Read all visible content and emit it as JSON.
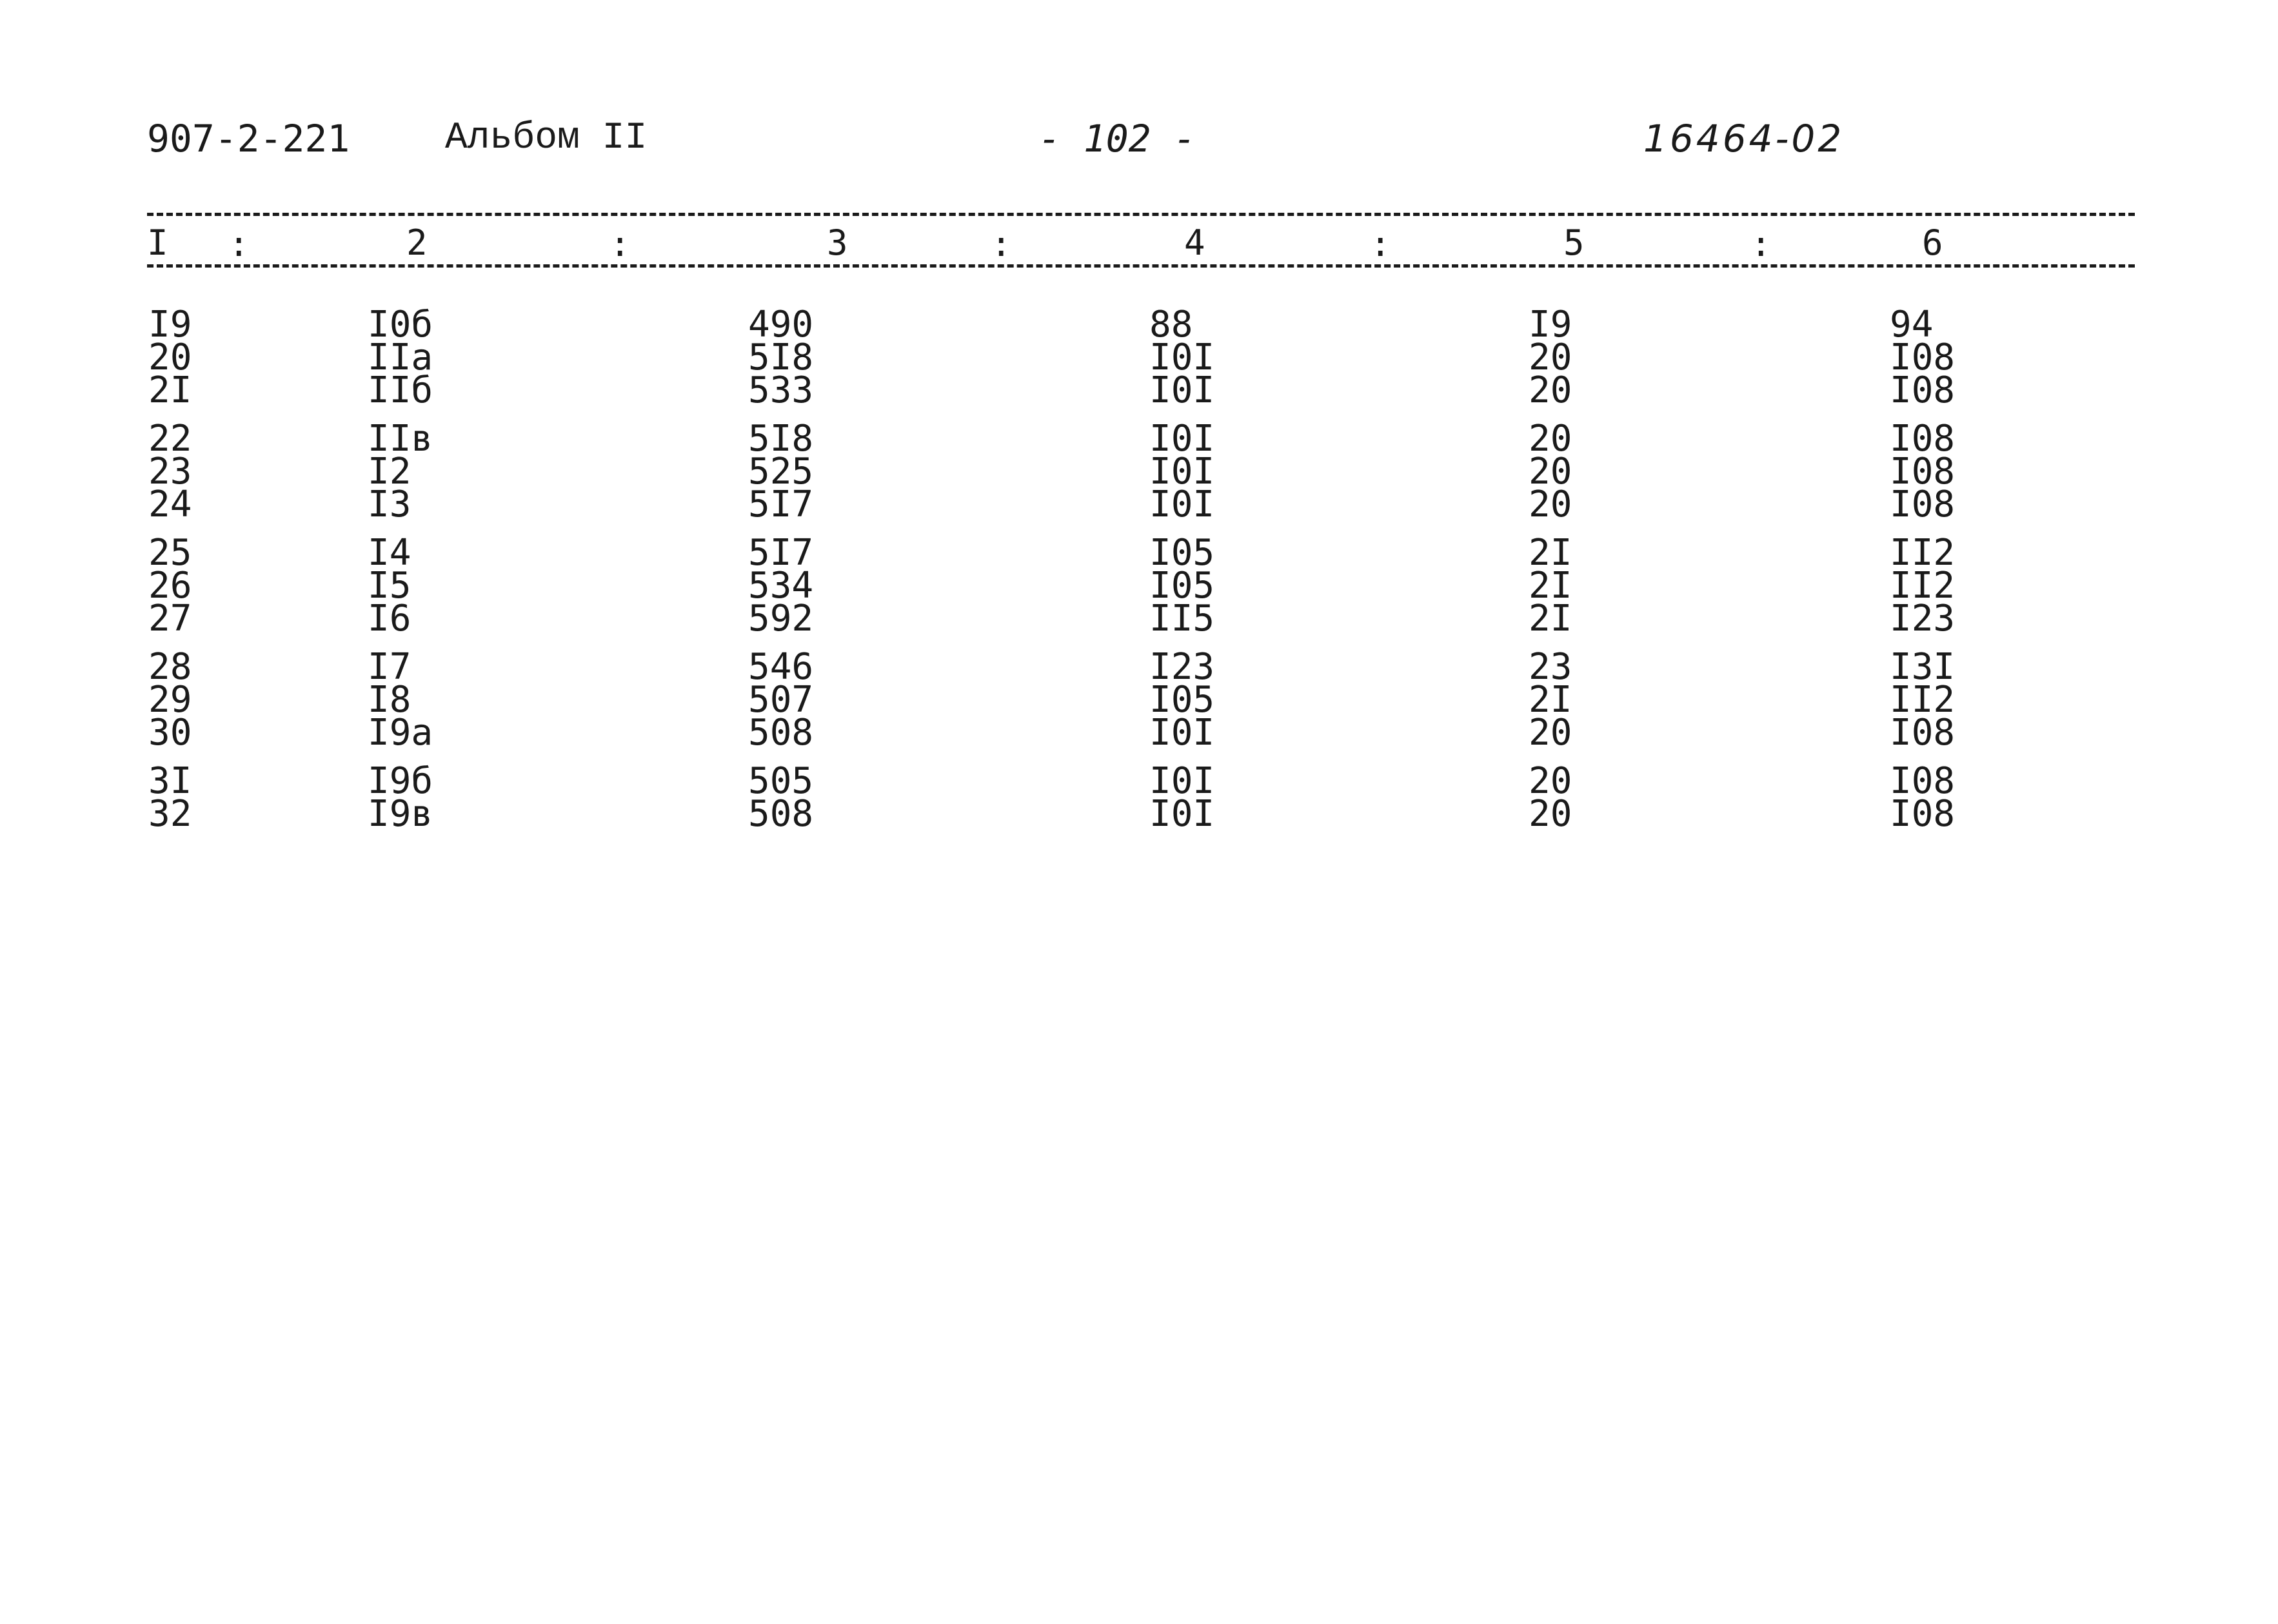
{
  "header": {
    "doc_code": "907-2-221",
    "album": "Альбом II",
    "page": "- 102 -",
    "number": "16464-02"
  },
  "columns": [
    "I",
    "2",
    "3",
    "4",
    "5",
    "6"
  ],
  "rows": [
    [
      "I9",
      "I0б",
      "490",
      "88",
      "I9",
      "94"
    ],
    [
      "20",
      "IIa",
      "5I8",
      "I0I",
      "20",
      "I08"
    ],
    [
      "2I",
      "IIб",
      "533",
      "I0I",
      "20",
      "I08"
    ],
    [
      "22",
      "IIв",
      "5I8",
      "I0I",
      "20",
      "I08"
    ],
    [
      "23",
      "I2",
      "525",
      "I0I",
      "20",
      "I08"
    ],
    [
      "24",
      "I3",
      "5I7",
      "I0I",
      "20",
      "I08"
    ],
    [
      "25",
      "I4",
      "5I7",
      "I05",
      "2I",
      "II2"
    ],
    [
      "26",
      "I5",
      "534",
      "I05",
      "2I",
      "II2"
    ],
    [
      "27",
      "I6",
      "592",
      "II5",
      "2I",
      "I23"
    ],
    [
      "28",
      "I7",
      "546",
      "I23",
      "23",
      "I3I"
    ],
    [
      "29",
      "I8",
      "507",
      "I05",
      "2I",
      "II2"
    ],
    [
      "30",
      "I9a",
      "508",
      "I0I",
      "20",
      "I08"
    ],
    [
      "3I",
      "I9б",
      "505",
      "I0I",
      "20",
      "I08"
    ],
    [
      "32",
      "I9в",
      "508",
      "I0I",
      "20",
      "I08"
    ]
  ]
}
